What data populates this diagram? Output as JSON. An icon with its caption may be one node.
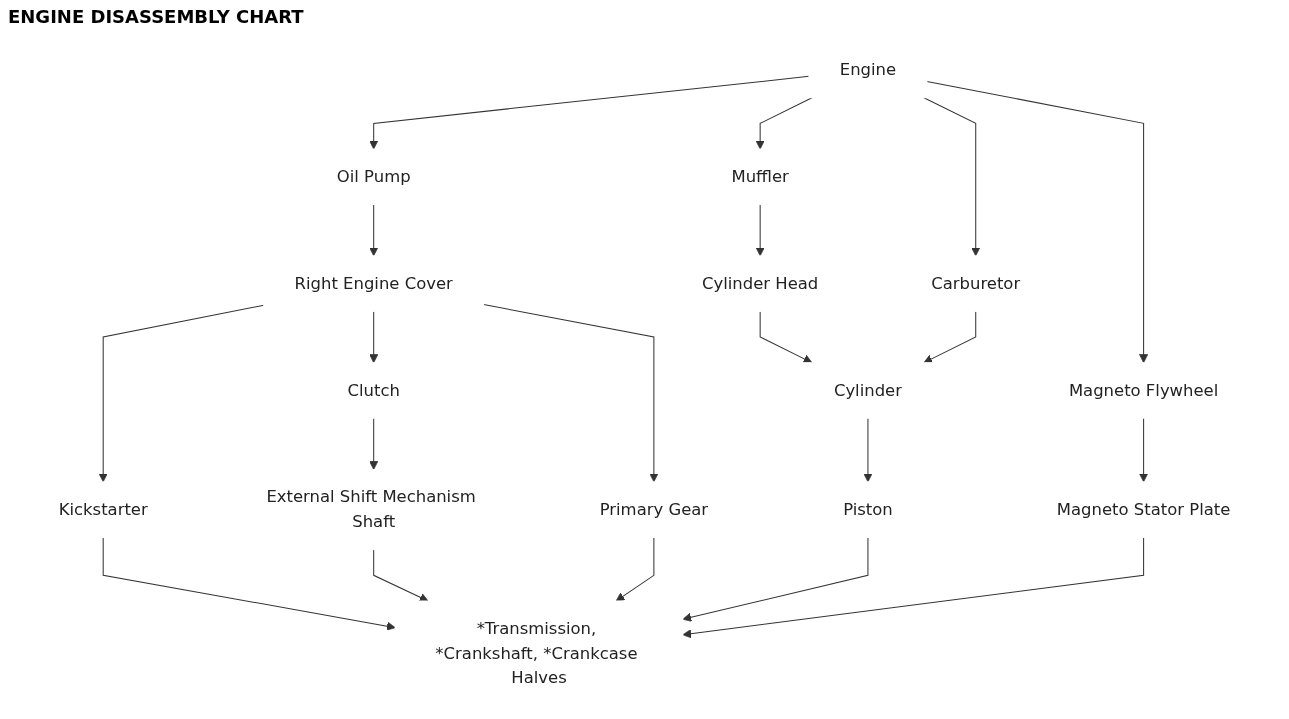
{
  "diagram": {
    "title": "ENGINE DISASSEMBLY CHART",
    "nodes": [
      {
        "text": [
          "Engine"
        ]
      },
      {
        "text": [
          "Oil Pump"
        ]
      },
      {
        "text": [
          "Muffler"
        ]
      },
      {
        "text": [
          "Carburetor"
        ]
      },
      {
        "text": [
          "Magneto Flywheel"
        ]
      },
      {
        "text": [
          "Right Engine Cover"
        ]
      },
      {
        "text": [
          "Cylinder Head"
        ]
      },
      {
        "text": [
          "Kickstarter"
        ]
      },
      {
        "text": [
          "Clutch"
        ]
      },
      {
        "text": [
          "Primary Gear"
        ]
      },
      {
        "text": [
          "Cylinder"
        ]
      },
      {
        "text": [
          "Magneto Stator Plate"
        ]
      },
      {
        "text": [
          "External Shift Mechanism Shaft"
        ]
      },
      {
        "text": [
          "Piston"
        ]
      },
      {
        "text": [
          "*Transmission, *Crankshaft, *Crankcase Halves"
        ]
      }
    ],
    "edges": [
      {
        "from": 0,
        "to": 1,
        "arrow": "to"
      },
      {
        "from": 0,
        "to": 2,
        "arrow": "to"
      },
      {
        "from": 0,
        "to": 3,
        "arrow": "to"
      },
      {
        "from": 0,
        "to": 4,
        "arrow": "to"
      },
      {
        "from": 1,
        "to": 5,
        "arrow": "to"
      },
      {
        "from": 5,
        "to": 7,
        "arrow": "to"
      },
      {
        "from": 5,
        "to": 8,
        "arrow": "to"
      },
      {
        "from": 5,
        "to": 9,
        "arrow": "to"
      },
      {
        "from": 8,
        "to": 12,
        "arrow": "to"
      },
      {
        "from": 2,
        "to": 6,
        "arrow": "to"
      },
      {
        "from": 6,
        "to": 10,
        "arrow": "to"
      },
      {
        "from": 3,
        "to": 10,
        "arrow": "to"
      },
      {
        "from": 10,
        "to": 13,
        "arrow": "to"
      },
      {
        "from": 4,
        "to": 11,
        "arrow": "to"
      },
      {
        "from": 7,
        "to": 14,
        "arrow": "to"
      },
      {
        "from": 12,
        "to": 14,
        "arrow": "to"
      },
      {
        "from": 9,
        "to": 14,
        "arrow": "to"
      },
      {
        "from": 13,
        "to": 14,
        "arrow": "to"
      },
      {
        "from": 11,
        "to": 14,
        "arrow": "to"
      }
    ]
  }
}
